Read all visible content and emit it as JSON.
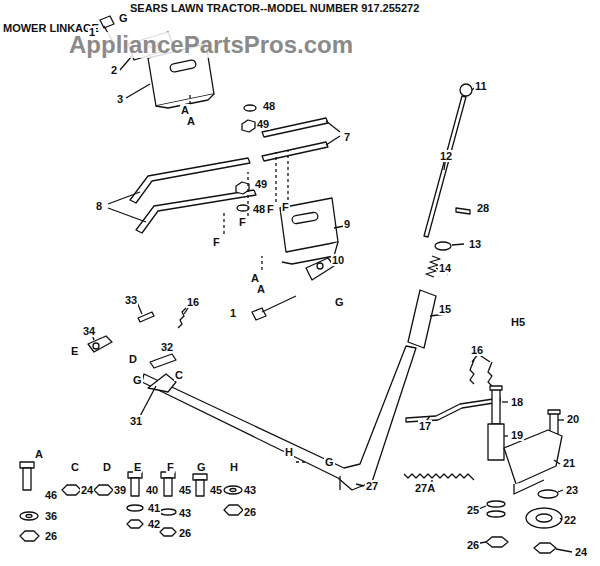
{
  "diagram": {
    "title": "SEARS LAWN TRACTOR--MODEL NUMBER 917.255272",
    "labels": [
      "MOWER LINKAGE",
      "AppliancePartsPros.com",
      "1",
      "G",
      "2",
      "3",
      "A",
      "A",
      "48",
      "49",
      "7",
      "8",
      "F",
      "F",
      "F",
      "F",
      "49",
      "48",
      "9",
      "A",
      "A",
      "10",
      "G",
      "1",
      "11",
      "12",
      "28",
      "13",
      "14",
      "15",
      "H5",
      "33",
      "16",
      "34",
      "E",
      "32",
      "D",
      "C",
      "G",
      "31",
      "H",
      "G",
      "27",
      "16",
      "17",
      "18",
      "19",
      "20",
      "21",
      "27A",
      "25",
      "23",
      "22",
      "26",
      "24",
      "A",
      "46",
      "36",
      "26",
      "C",
      "24",
      "D",
      "39",
      "E",
      "40",
      "41",
      "42",
      "F",
      "45",
      "43",
      "26",
      "G",
      "45",
      "H",
      "43",
      "26"
    ]
  }
}
